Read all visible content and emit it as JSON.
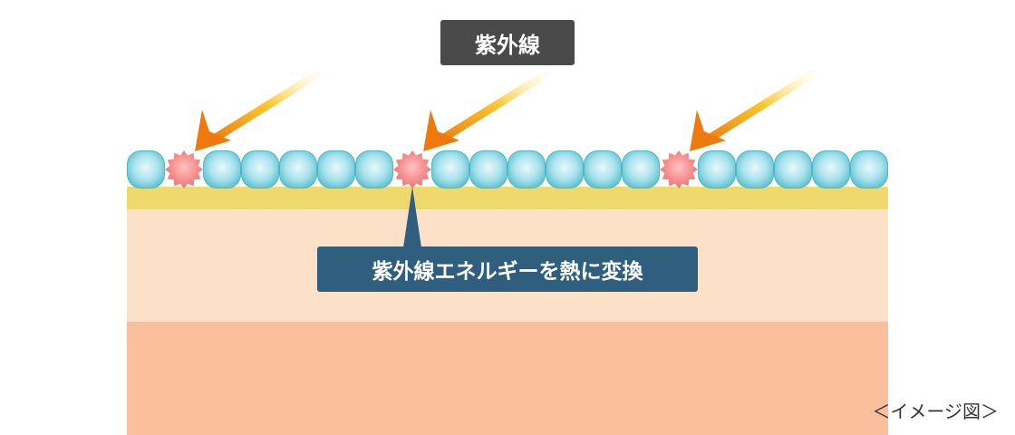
{
  "uv_label": "紫外線",
  "conversion_label": "紫外線エネルギーを熱に変換",
  "caption": "＜イメージ図＞",
  "cells": [
    "normal",
    "star",
    "normal",
    "normal",
    "normal",
    "normal",
    "normal",
    "star",
    "normal",
    "normal",
    "normal",
    "normal",
    "normal",
    "normal",
    "star",
    "normal",
    "normal",
    "normal",
    "normal",
    "normal"
  ],
  "colors": {
    "normal_cell": "#8fd8e4",
    "star_cell": "#f47d7d",
    "arrow": "#f59a1a",
    "conversion_box": "#2f5e7e",
    "uv_box": "#4a4a4a"
  }
}
